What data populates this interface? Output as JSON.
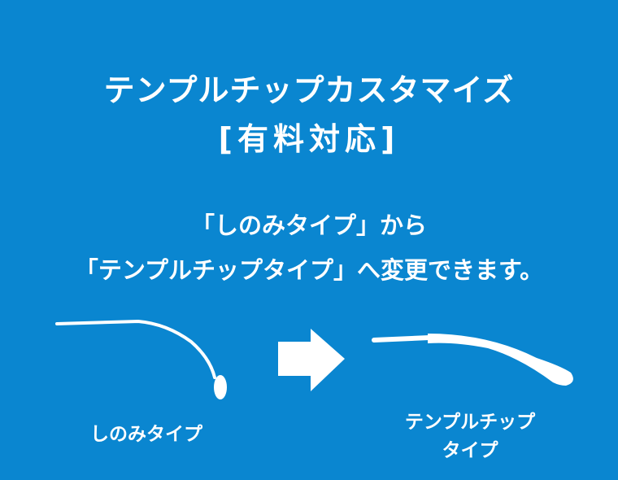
{
  "title": {
    "line1": "テンプルチップカスタマイズ",
    "line2": "[有料対応]"
  },
  "description": {
    "line1": "「しのみタイプ」から",
    "line2": "「テンプルチップタイプ」へ変更できます。"
  },
  "before": {
    "label": "しのみタイプ"
  },
  "after": {
    "label_line1": "テンプルチップ",
    "label_line2": "タイプ"
  },
  "colors": {
    "background": "#0a86d0",
    "foreground": "#ffffff"
  }
}
